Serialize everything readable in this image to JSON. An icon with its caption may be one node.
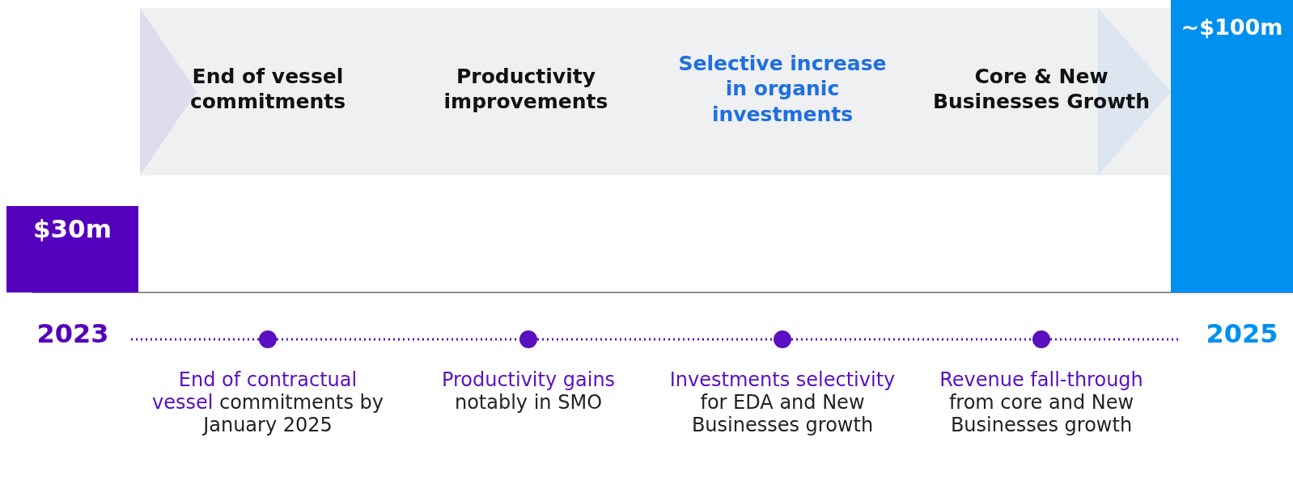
{
  "diagram": {
    "nodes": [
      {
        "text": [
          "End of vessel commitments",
          "Productivity improvements",
          "Selective increase in organic investments",
          "Core & New Businesses Growth"
        ]
      },
      {
        "text": [
          "$30m"
        ]
      },
      {
        "text": [
          "~$100m"
        ]
      },
      {
        "text": [
          "2023"
        ]
      },
      {
        "text": [],
        "shape": "circle",
        "beside": [
          "**End of contractual vessel** commitments by January 2025"
        ]
      },
      {
        "text": [],
        "shape": "circle",
        "beside": [
          "**Productivity gains** notably in SMO"
        ]
      },
      {
        "text": [],
        "shape": "circle",
        "beside": [
          "**Investments selectivity** for EDA and New Businesses growth"
        ]
      },
      {
        "text": [],
        "shape": "circle",
        "beside": [
          "**Revenue fall-through** from core and New Businesses growth"
        ]
      },
      {
        "text": [
          "2025"
        ]
      }
    ],
    "edges": [
      {
        "from": 3,
        "to": 4,
        "arrow": "none",
        "style": "dashed"
      },
      {
        "from": 4,
        "to": 5,
        "arrow": "none",
        "style": "dashed"
      },
      {
        "from": 5,
        "to": 6,
        "arrow": "none",
        "style": "dashed"
      },
      {
        "from": 6,
        "to": 7,
        "arrow": "none",
        "style": "dashed"
      },
      {
        "from": 7,
        "to": 8,
        "arrow": "none",
        "style": "dashed"
      }
    ]
  }
}
